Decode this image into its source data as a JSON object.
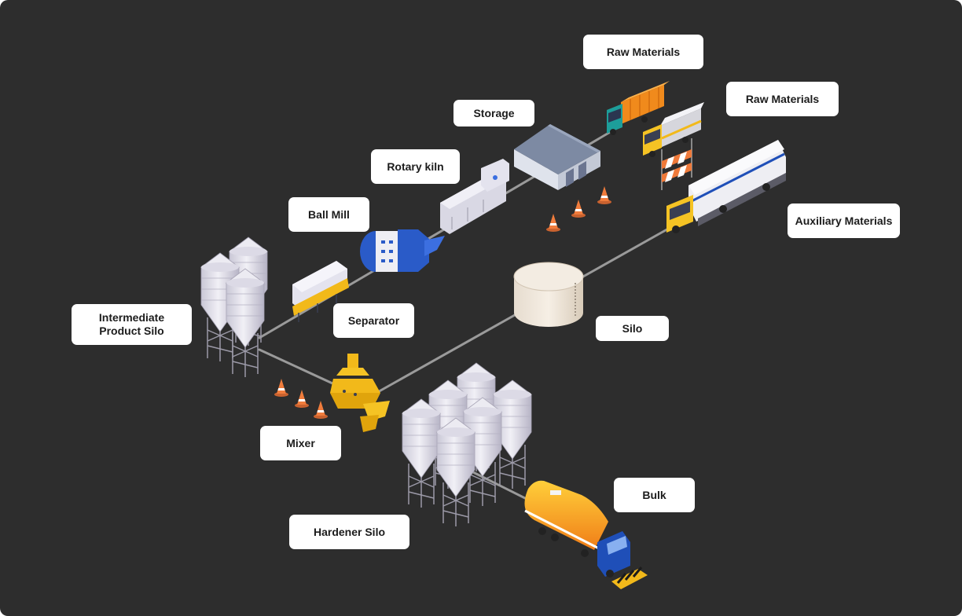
{
  "labels": {
    "raw_materials_1": "Raw Materials",
    "raw_materials_2": "Raw Materials",
    "storage": "Storage",
    "rotary_kiln": "Rotary kiln",
    "ball_mill": "Ball Mill",
    "separator": "Separator",
    "intermediate_silo_line1": "Intermediate",
    "intermediate_silo_line2": "Product Silo",
    "auxiliary_materials": "Auxiliary Materials",
    "silo": "Silo",
    "mixer": "Mixer",
    "hardener_silo": "Hardener Silo",
    "bulk": "Bulk"
  },
  "colors": {
    "background": "#2d2d2d",
    "pipe": "#9a9a9a",
    "label_bg": "#ffffff",
    "label_text": "#1c1c1c",
    "silo_body": "#e2e0ea",
    "truck_yellow": "#f5c324",
    "truck_orange": "#f08a1c",
    "truck_blue": "#1f4fb8",
    "mixer_yellow": "#f2b91a",
    "cone_orange": "#e9733a"
  }
}
